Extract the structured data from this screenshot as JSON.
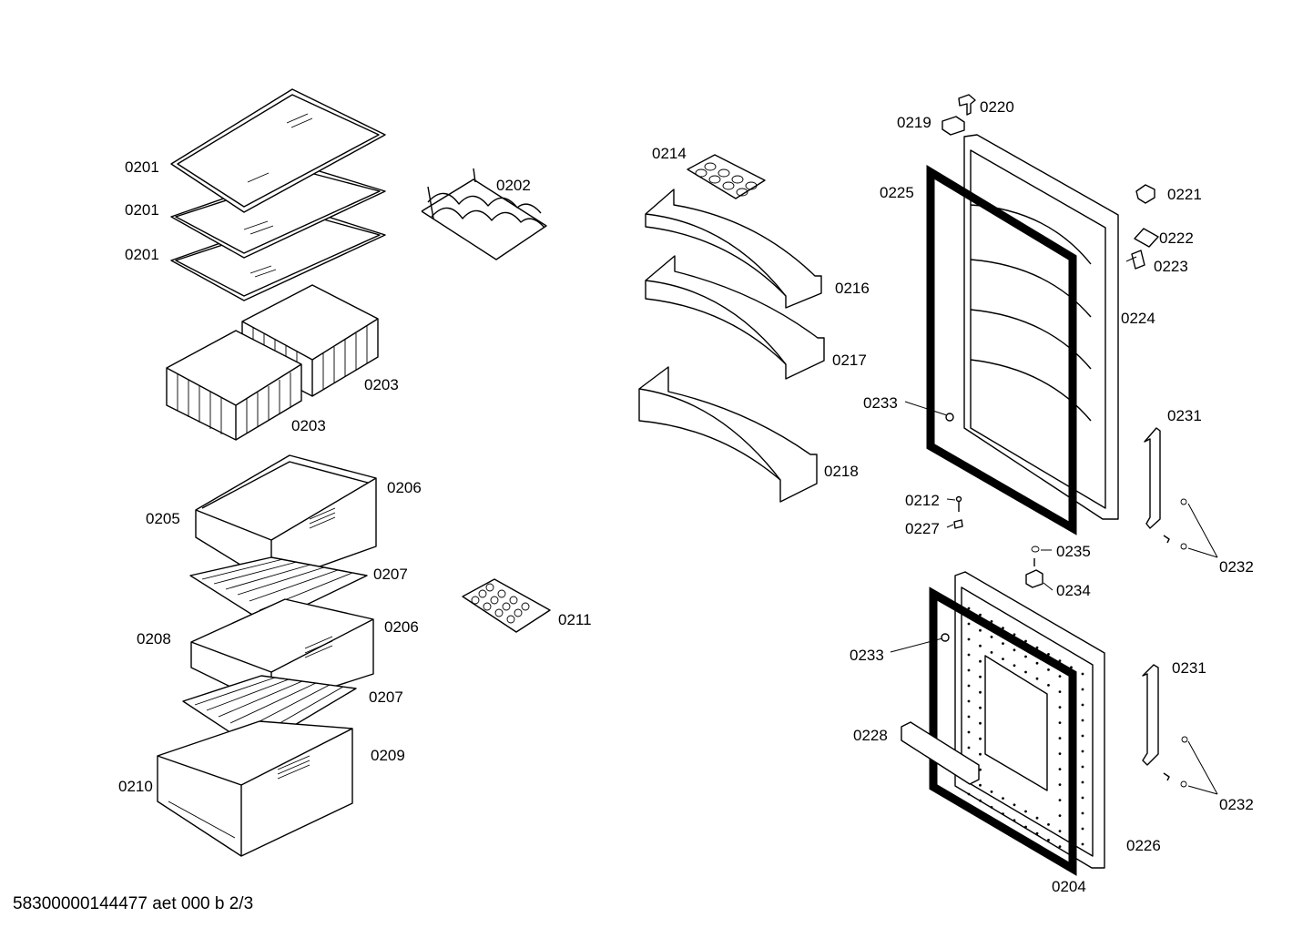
{
  "footer_code": "58300000144477 aet 000 b 2/3",
  "parts": [
    {
      "id": "0201"
    },
    {
      "id": "0201"
    },
    {
      "id": "0201"
    },
    {
      "id": "0202"
    },
    {
      "id": "0203"
    },
    {
      "id": "0203"
    },
    {
      "id": "0205"
    },
    {
      "id": "0206"
    },
    {
      "id": "0207"
    },
    {
      "id": "0208"
    },
    {
      "id": "0206"
    },
    {
      "id": "0207"
    },
    {
      "id": "0209"
    },
    {
      "id": "0210"
    },
    {
      "id": "0211"
    },
    {
      "id": "0214"
    },
    {
      "id": "0216"
    },
    {
      "id": "0217"
    },
    {
      "id": "0218"
    },
    {
      "id": "0220"
    },
    {
      "id": "0219"
    },
    {
      "id": "0225"
    },
    {
      "id": "0221"
    },
    {
      "id": "0222"
    },
    {
      "id": "0223"
    },
    {
      "id": "0224"
    },
    {
      "id": "0233"
    },
    {
      "id": "0231"
    },
    {
      "id": "0212"
    },
    {
      "id": "0227"
    },
    {
      "id": "0235"
    },
    {
      "id": "0234"
    },
    {
      "id": "0232"
    },
    {
      "id": "0233"
    },
    {
      "id": "0231"
    },
    {
      "id": "0228"
    },
    {
      "id": "0232"
    },
    {
      "id": "0226"
    },
    {
      "id": "0204"
    }
  ]
}
